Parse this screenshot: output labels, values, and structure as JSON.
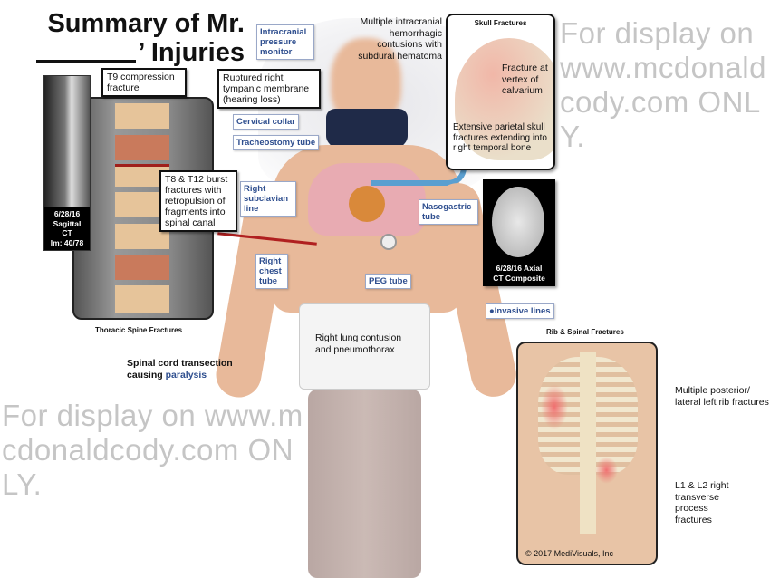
{
  "title": {
    "line1": "Summary of Mr.",
    "line2": "’ Injuries"
  },
  "spine": {
    "ct_label": [
      "6/28/16",
      "Sagittal",
      "CT",
      "Im: 40/78"
    ],
    "t9_label": "T9 compression fracture",
    "burst_label": "T8 & T12 burst fractures with retropulsion of fragments into spinal canal",
    "caption": "Thoracic Spine Fractures"
  },
  "body_labels": {
    "icp_monitor": "Intracranial pressure monitor",
    "tympanic": "Ruptured right tympanic membrane (hearing loss)",
    "cervical_collar": "Cervical collar",
    "tracheostomy": "Tracheostomy tube",
    "subclavian": "Right subclavian line",
    "chest_tube": "Right chest tube",
    "peg_tube": "PEG tube",
    "nasogastric": "Nasogastric tube",
    "intracranial": "Multiple intracranial hemorrhagic contusions with subdural hematoma",
    "lung": "Right lung contusion and pneumothorax",
    "spinal_cord": "Spinal cord transection causing",
    "paralysis": "paralysis",
    "legend_invasive": "Invasive lines"
  },
  "skull": {
    "title": "Skull Fractures",
    "vertex": "Fracture at vertex of calvarium",
    "parietal": "Extensive parietal skull fractures extending into right temporal bone"
  },
  "axial_ct": {
    "label": [
      "6/28/16 Axial",
      "CT Composite"
    ]
  },
  "rib": {
    "caption": "Rib & Spinal Fractures",
    "ribs_label": "Multiple posterior/ lateral left rib fractures",
    "l1l2_label": "L1 & L2 right transverse process fractures",
    "copyright": "© 2017 MediVisuals, Inc"
  },
  "watermark": "For display on www.mcdonaldcody.com ONLY.",
  "colors": {
    "label_blue": "#2f4f8f",
    "paralysis": "#2f4f8f",
    "fracture_red": "#a0201c"
  }
}
